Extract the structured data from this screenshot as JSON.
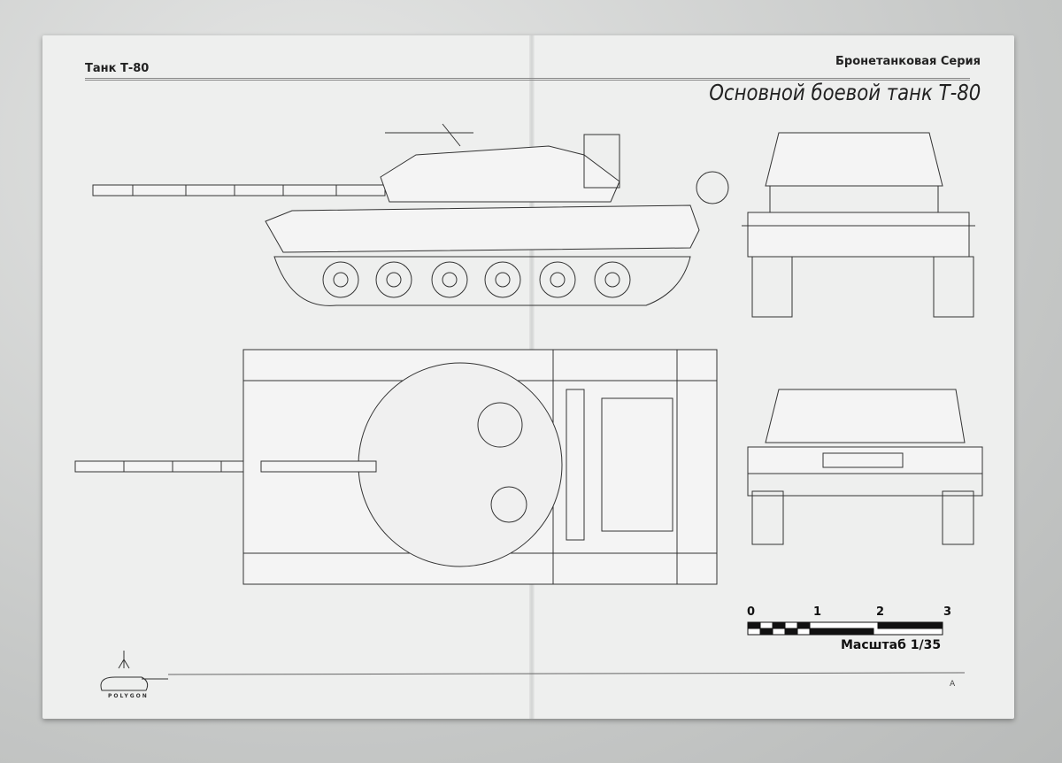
{
  "header": {
    "left": "Танк Т-80",
    "right": "Бронетанковая Серия"
  },
  "title": "Основной боевой танк Т-80",
  "scale": {
    "ticks": [
      "0",
      "1",
      "2",
      "3"
    ],
    "label": "Масштаб 1/35"
  },
  "logo": {
    "text": "POLYGON"
  },
  "page_letter": "A"
}
